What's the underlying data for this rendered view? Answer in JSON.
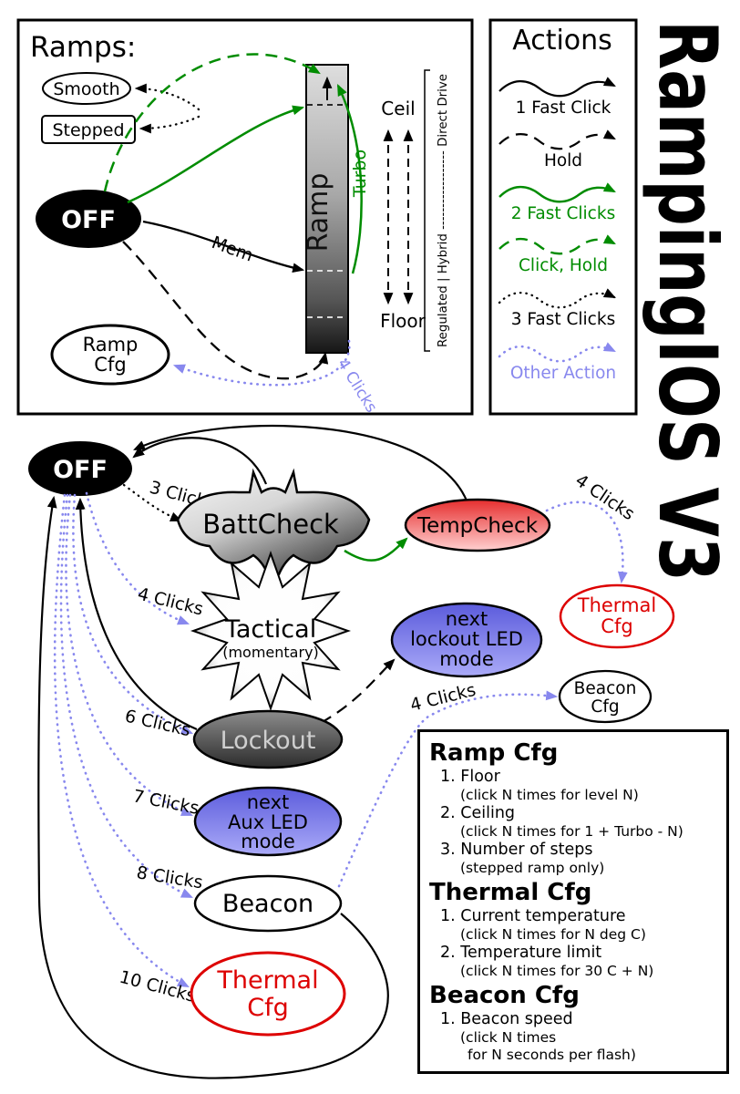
{
  "title": "RampingIOS V3",
  "colors": {
    "green": "#008c00",
    "other_action_blue": "#8888ee",
    "red": "#dd0000",
    "black": "#000000"
  },
  "ramps_box": {
    "title": "Ramps:",
    "smooth_label": "Smooth",
    "stepped_label": "Stepped",
    "off_label": "OFF",
    "ramp_bar_label": "Ramp",
    "ceil_label": "Ceil",
    "floor_label": "Floor",
    "turbo_label": "Turbo",
    "mem_label": "Mem",
    "ramp_cfg_line1": "Ramp",
    "ramp_cfg_line2": "Cfg",
    "clicks4_label": "4 Clicks",
    "drive_scale_label": "Regulated | Hybrid ------------------ Direct Drive"
  },
  "actions_box": {
    "title": "Actions",
    "item1": "1 Fast Click",
    "item2": "Hold",
    "item3": "2 Fast Clicks",
    "item4": "Click, Hold",
    "item5": "3 Fast Clicks",
    "item6": "Other Action"
  },
  "main": {
    "off_label": "OFF",
    "battcheck_label": "BattCheck",
    "tempcheck_label": "TempCheck",
    "thermal_cfg_right_line1": "Thermal",
    "thermal_cfg_right_line2": "Cfg",
    "tactical_line1": "Tactical",
    "tactical_line2": "(momentary)",
    "lockout_led_line1": "next",
    "lockout_led_line2": "lockout LED",
    "lockout_led_line3": "mode",
    "beacon_cfg_line1": "Beacon",
    "beacon_cfg_line2": "Cfg",
    "lockout_label": "Lockout",
    "aux_led_line1": "next",
    "aux_led_line2": "Aux LED",
    "aux_led_line3": "mode",
    "beacon_label": "Beacon",
    "thermal_cfg_bottom_line1": "Thermal",
    "thermal_cfg_bottom_line2": "Cfg",
    "clicks3": "3 Clicks",
    "clicks4_tactical": "4 Clicks",
    "clicks4_thermal": "4 Clicks",
    "clicks4_beacon": "4 Clicks",
    "clicks6": "6 Clicks",
    "clicks7": "7 Clicks",
    "clicks8": "8 Clicks",
    "clicks10": "10 Clicks"
  },
  "cfg_box": {
    "ramp_title": "Ramp Cfg",
    "ramp_item1": "1. Floor",
    "ramp_item1_sub": "(click N times for level N)",
    "ramp_item2": "2. Ceiling",
    "ramp_item2_sub": "(click N times for 1 + Turbo - N)",
    "ramp_item3": "3. Number of steps",
    "ramp_item3_sub": "(stepped ramp only)",
    "thermal_title": "Thermal Cfg",
    "thermal_item1": "1. Current temperature",
    "thermal_item1_sub": "(click N times for N deg C)",
    "thermal_item2": "2. Temperature limit",
    "thermal_item2_sub": "(click N times for 30 C + N)",
    "beacon_title": "Beacon Cfg",
    "beacon_item1": "1. Beacon speed",
    "beacon_item1_sub": "(click N times",
    "beacon_item1_sub2": "for N seconds per flash)"
  }
}
